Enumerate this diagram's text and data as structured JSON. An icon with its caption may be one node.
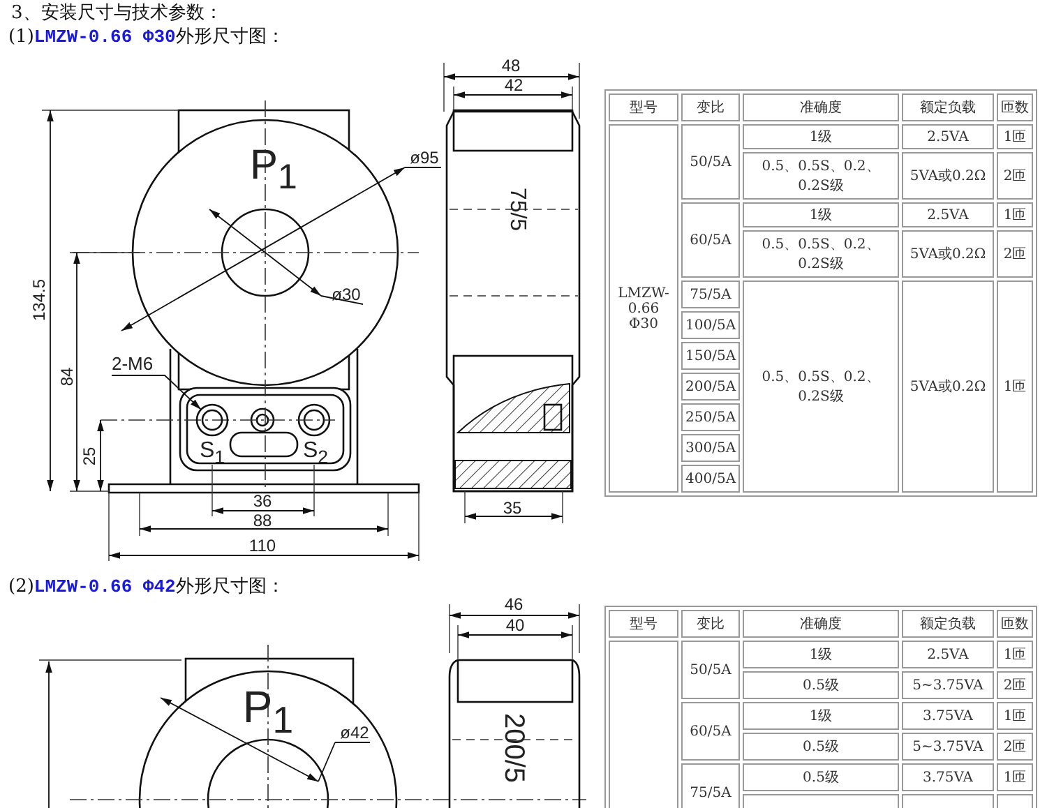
{
  "diagram": {
    "title": "3、安装尺寸与技术参数：",
    "nodes": [
      {
        "text": [
          "2-M6"
        ]
      },
      {
        "text": [],
        "shape": "circle"
      }
    ],
    "edges": [
      {
        "from": 0,
        "to": 1,
        "arrow": "to"
      }
    ],
    "labels": [
      "(1)**LMZW-0.66 Φ30**外形尺寸图：",
      "48",
      "42",
      "P$_{1}$",
      "ø95",
      "75/5",
      "ø30",
      "134.5",
      "84",
      "25",
      "S$_{1}$",
      "S$_{2}$",
      "36",
      "88",
      "110",
      "35",
      "型号",
      "变比",
      "准确度",
      "额定负载",
      "匝数",
      "LMZW-0.66 Φ30",
      "50/5A",
      "1级",
      "2.5VA",
      "1匝",
      "0.5、0.5S、0.2、0.2S级",
      "5VA或0.2Ω",
      "2匝",
      "60/5A",
      "1级",
      "2.5VA",
      "1匝",
      "0.5、0.5S、0.2、0.2S级",
      "5VA或0.2Ω",
      "2匝",
      "75/5A",
      "0.5、0.5S、0.2、0.2S级",
      "5VA或0.2Ω",
      "1匝",
      "100/5A",
      "150/5A",
      "200/5A",
      "250/5A",
      "300/5A",
      "400/5A",
      "(2)**LMZW-0.66 Φ42**外形尺寸图：",
      "46",
      "40",
      "P$_{1}$",
      "ø42",
      "200/5",
      "型号",
      "变比",
      "准确度",
      "额定负载",
      "匝数",
      "50/5A",
      "1级",
      "2.5VA",
      "1匝",
      "0.5级",
      "5~3.75VA",
      "2匝",
      "60/5A",
      "1级",
      "3.75VA",
      "1匝",
      "0.5级",
      "5~3.75VA",
      "2匝",
      "75/5A",
      "0.5级",
      "3.75VA",
      "1匝"
    ]
  }
}
